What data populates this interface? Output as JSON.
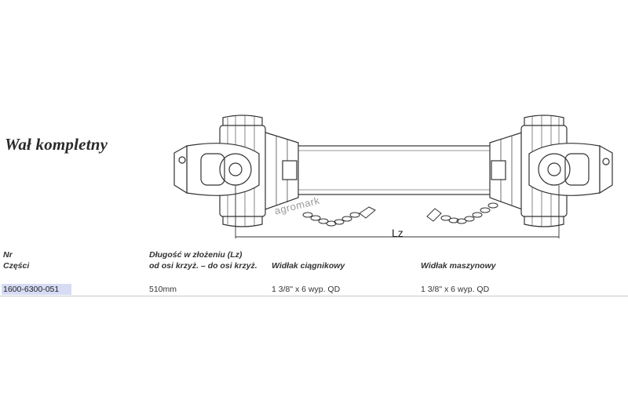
{
  "title": "Wał kompletny",
  "watermark": "agromark",
  "dimension_label": "Lz",
  "table": {
    "headers": {
      "part_no_line1": "Nr",
      "part_no_line2": "Części",
      "length_line1": "Długość w złożeniu (Lz)",
      "length_line2": "od osi krzyż. – do osi krzyż.",
      "tractor_yoke": "Widłak ciągnikowy",
      "machine_yoke": "Widłak maszynowy"
    },
    "row": {
      "part_no": "1600-6300-051",
      "length": "510mm",
      "tractor_yoke": "1 3/8\" x 6 wyp. QD",
      "machine_yoke": "1 3/8\" x 6 wyp. QD"
    }
  },
  "colors": {
    "highlight": "#d6dcf4",
    "line": "#333333"
  }
}
